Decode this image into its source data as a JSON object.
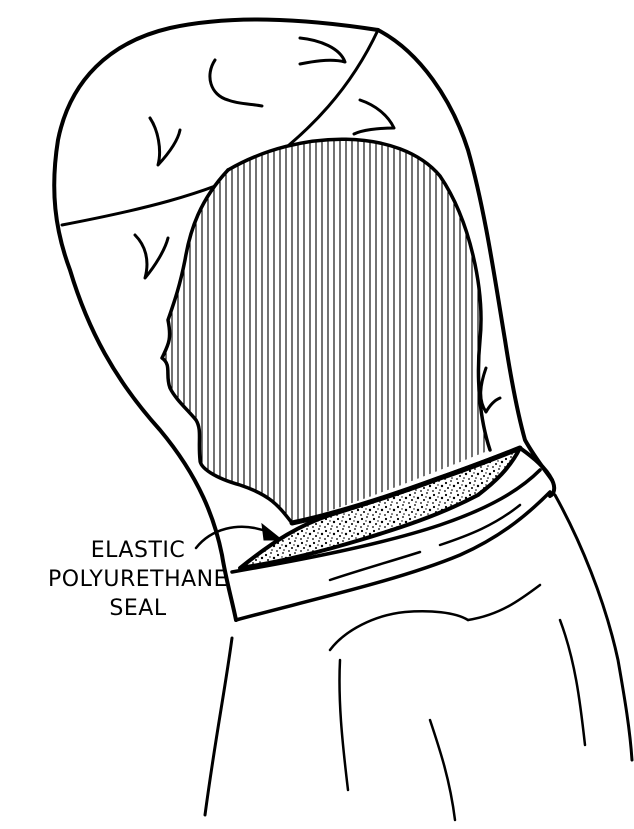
{
  "figure": {
    "callout": {
      "line1": "ELASTIC",
      "line2": "POLYURETHANE",
      "line3": "SEAL"
    }
  },
  "colors": {
    "ink": "#000000",
    "paper": "#ffffff"
  }
}
